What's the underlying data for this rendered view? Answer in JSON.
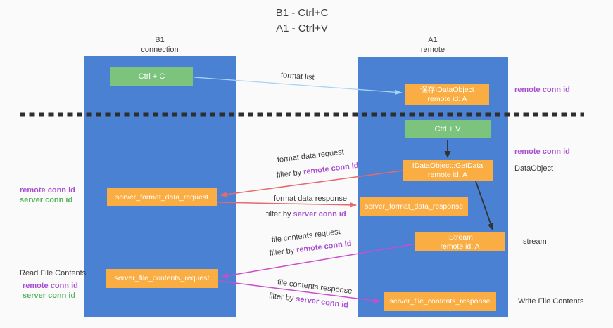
{
  "title": {
    "line1": "B1 - Ctrl+C",
    "line2": "A1 - Ctrl+V"
  },
  "lanes": {
    "left": {
      "title": "B1",
      "subtitle": "connection"
    },
    "right": {
      "title": "A1",
      "subtitle": "remote"
    }
  },
  "nodes": {
    "ctrl_c": {
      "label": "Ctrl + C"
    },
    "save_dataobject": {
      "line1": "保存IDataObject",
      "line2": "remote id: A"
    },
    "ctrl_v": {
      "label": "Ctrl + V"
    },
    "getdata": {
      "line1": "IDataObject::GetData",
      "line2": "remote id: A"
    },
    "server_format_data_request": {
      "label": "server_format_data_request"
    },
    "server_format_data_response": {
      "label": "server_format_data_response"
    },
    "istream": {
      "line1": "IStream",
      "line2": "remote id: A"
    },
    "server_file_contents_request": {
      "label": "server_file_contents_request"
    },
    "server_file_contents_response": {
      "label": "server_file_contents_response"
    }
  },
  "edge_labels": {
    "format_list": "format list",
    "format_data_request": "format data request",
    "format_data_response": "format data response",
    "file_contents_request": "file contents request",
    "file_contents_response": "file contents response",
    "filter_by": "filter by ",
    "remote_conn_id": "remote conn id",
    "server_conn_id": "server conn id"
  },
  "side_labels": {
    "remote_conn_id_top": "remote conn id",
    "remote_conn_id_dataobject": "remote conn id",
    "dataobject": "DataObject",
    "istream": "Istream",
    "write_file_contents": "Write File Contents",
    "read_file_contents": "Read File Contents",
    "remote_conn_id_left1": "remote conn id",
    "server_conn_id_left1": "server conn id",
    "remote_conn_id_left2": "remote conn id",
    "server_conn_id_left2": "server conn id"
  },
  "colors": {
    "lane_blue": "#4a81d3",
    "box_green": "#7cc47e",
    "box_orange": "#f9ad42",
    "arrow_salmon": "#e56a6e",
    "arrow_magenta": "#cb4dcb",
    "arrow_light_blue": "#a9d5f5",
    "arrow_black": "#333333",
    "text_purple": "#a84fd0",
    "text_green": "#55b45c"
  }
}
